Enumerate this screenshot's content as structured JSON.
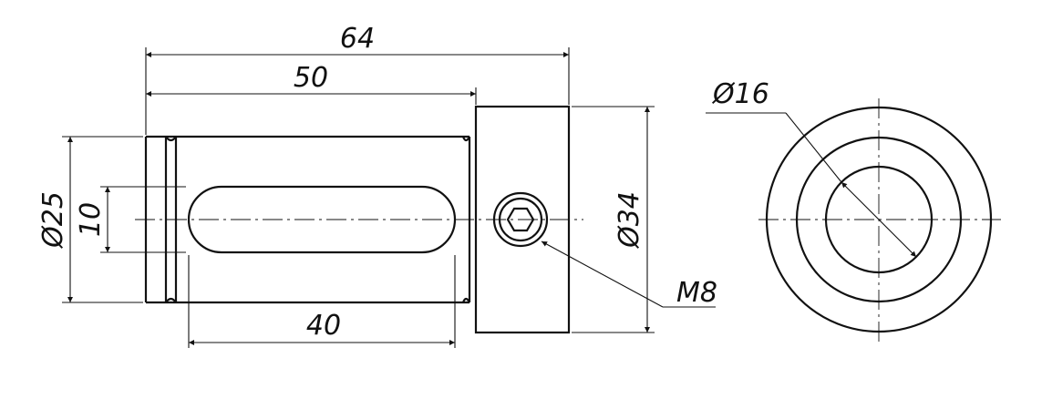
{
  "drawing": {
    "dimensions": {
      "overall_length": "64",
      "body_length": "50",
      "slot_length": "40",
      "slot_width": "10",
      "body_diameter": "Ø25",
      "collar_diameter": "Ø34",
      "bore_diameter": "Ø16",
      "screw_thread": "M8"
    }
  },
  "colors": {
    "line": "#111111",
    "background": "#ffffff"
  }
}
